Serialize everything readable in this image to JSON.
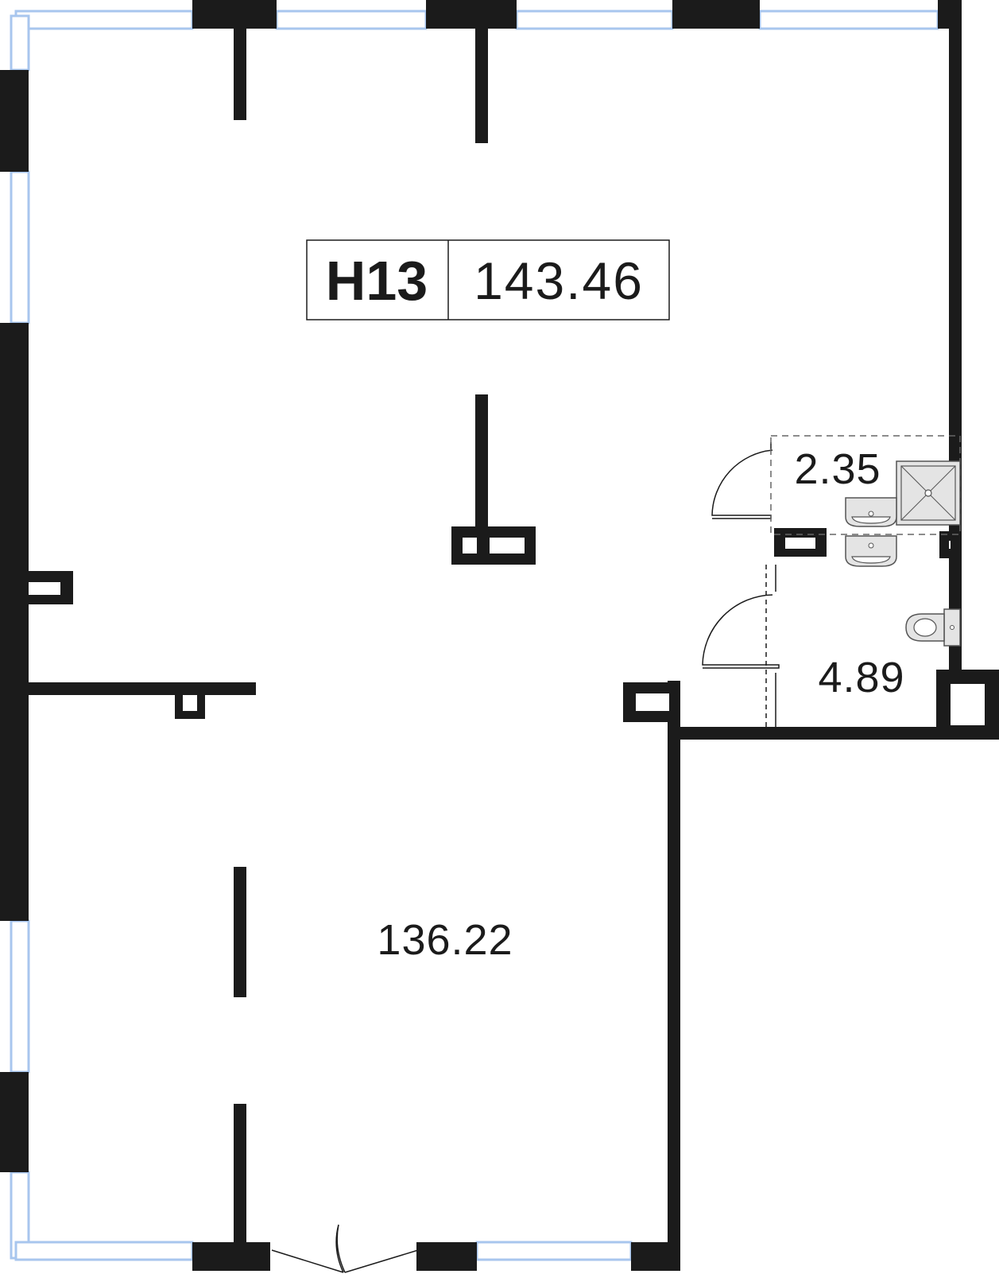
{
  "unit": {
    "code": "Н13",
    "total_area": "143.46"
  },
  "rooms": [
    {
      "id": "main-hall",
      "area": "136.22"
    },
    {
      "id": "shower-room",
      "area": "2.35"
    },
    {
      "id": "wc-room",
      "area": "4.89"
    }
  ],
  "colors": {
    "wall": "#1b1b1b",
    "window": "#a8c6ee",
    "fixture": "#e4e4e4"
  },
  "icons": [
    "shower-icon",
    "sink-icon",
    "toilet-icon",
    "door-swing-icon"
  ]
}
